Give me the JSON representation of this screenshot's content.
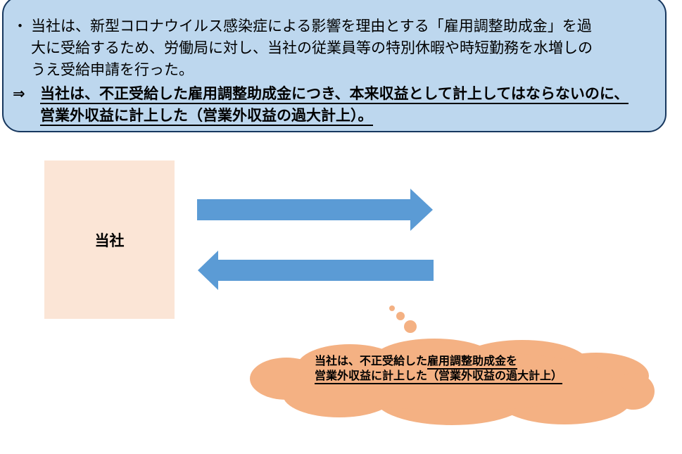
{
  "colors": {
    "summary_fill": "#BDD7EE",
    "summary_border": "#17375E",
    "company_fill": "#FBE5D6",
    "arrow": "#5B9BD5",
    "bubble": "#F4B183",
    "text": "#000000"
  },
  "summary_box": {
    "bullet_item": {
      "marker": "・",
      "lines": [
        "当社は、新型コロナウイルス感染症による影響を理由とする「雇用調整助成金」を過",
        "大に受給するため、労働局に対し、当社の従業員等の特別休暇や時短勤務を水増しの",
        "うえ受給申請を行った。"
      ]
    },
    "conclusion_item": {
      "marker": "⇒",
      "lines": [
        "当社は、不正受給した雇用調整助成金につき、本来収益として計上してはならないのに、",
        "営業外収益に計上した（営業外収益の過大計上）。"
      ]
    }
  },
  "company_box": {
    "label": "当社"
  },
  "thought_bubble": {
    "line1_plain": "当社は、不正受給した",
    "line1_underlined": "雇用調整助成金を",
    "line2_underlined": "営業外収益に計上した（営業外収益の過大計上）"
  }
}
